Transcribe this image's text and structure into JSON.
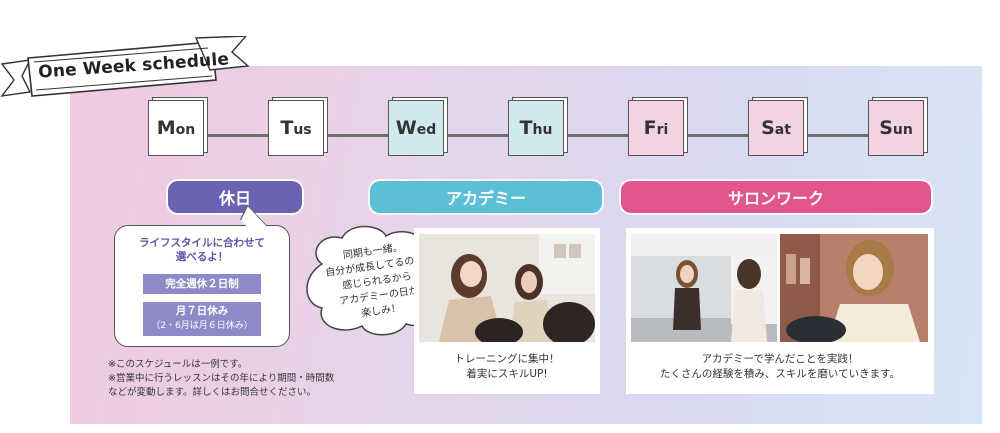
{
  "header": {
    "title": "One Week schedule"
  },
  "days": [
    {
      "initial": "M",
      "rest": "on",
      "color": "#ffffff"
    },
    {
      "initial": "T",
      "rest": "us",
      "color": "#ffffff"
    },
    {
      "initial": "W",
      "rest": "ed",
      "color": "#cfe9ee"
    },
    {
      "initial": "T",
      "rest": "hu",
      "color": "#cfe9ee"
    },
    {
      "initial": "F",
      "rest": "ri",
      "color": "#f3d3e2"
    },
    {
      "initial": "S",
      "rest": "at",
      "color": "#f3d3e2"
    },
    {
      "initial": "S",
      "rest": "un",
      "color": "#f3d3e2"
    }
  ],
  "labels": {
    "holiday": {
      "text": "休日",
      "color": "#6b63b1"
    },
    "academy": {
      "text": "アカデミー",
      "color": "#5bc0d6"
    },
    "salon": {
      "text": "サロンワーク",
      "color": "#e2568e"
    }
  },
  "holiday_bubble": {
    "title_line1": "ライフスタイルに合わせて",
    "title_line2": "選べるよ！",
    "option1": "完全週休２日制",
    "option2_line1": "月７日休み",
    "option2_line2": "（2・6月は月６日休み）"
  },
  "note": {
    "line1": "※このスケジュールは一例です。",
    "line2": "※営業中に行うレッスンはその年により期間・時間数",
    "line3": "などが変動します。詳しくはお問合せください。"
  },
  "academy_bubble": {
    "line1": "同期も一緒。",
    "line2": "自分が成長してるのを",
    "line3": "感じられるから",
    "line4": "アカデミーの日が",
    "line5": "楽しみ！"
  },
  "academy_card": {
    "caption_line1": "トレーニングに集中！",
    "caption_line2": "着実にスキルUP!"
  },
  "salon_card": {
    "caption_line1": "アカデミーで学んだことを実践！",
    "caption_line2": "たくさんの経験を積み、スキルを磨いていきます。"
  }
}
